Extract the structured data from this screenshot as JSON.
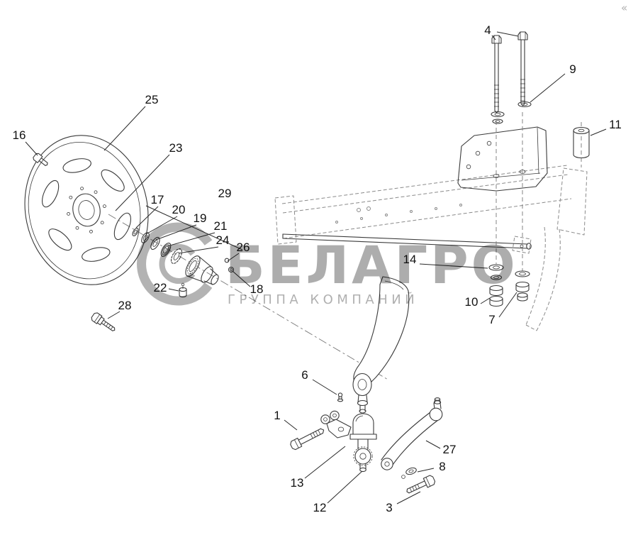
{
  "figure": {
    "type": "exploded-parts-diagram",
    "subject": "disc-wheel-and-support-arm-assembly"
  },
  "colors": {
    "line": "#3a3a3a",
    "ghost_line": "#8a8a8a",
    "watermark": "#b3b3b3"
  },
  "watermark": {
    "brand": "БЕЛАГРО",
    "subtitle": "ГРУППА КОМПАНИЙ",
    "corner_mark": "«"
  },
  "callouts": {
    "n1": "1",
    "n3": "3",
    "n4": "4",
    "n6": "6",
    "n7": "7",
    "n8": "8",
    "n9": "9",
    "n10": "10",
    "n11": "11",
    "n12": "12",
    "n13": "13",
    "n14": "14",
    "n16": "16",
    "n17": "17",
    "n18": "18",
    "n19": "19",
    "n20": "20",
    "n21": "21",
    "n22": "22",
    "n23": "23",
    "n24": "24",
    "n25": "25",
    "n26": "26",
    "n27": "27",
    "n28": "28",
    "n29": "29"
  }
}
